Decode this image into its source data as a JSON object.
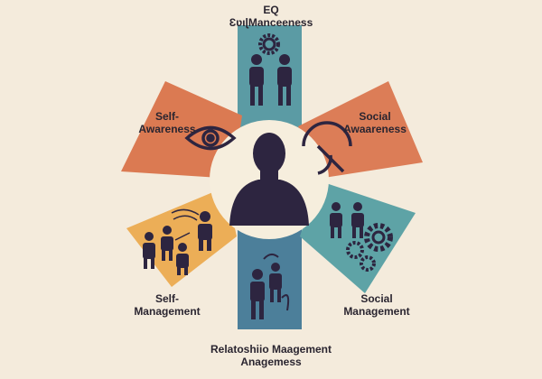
{
  "labels": {
    "top": [
      "EQ",
      "ƐʋιɭManceeness"
    ],
    "self_awareness": [
      "Self-",
      "Awareness"
    ],
    "social_awareness": [
      "Social",
      "Awaareness"
    ],
    "self_management": [
      "Self-",
      "Management"
    ],
    "social_management": [
      "Social",
      "Management"
    ],
    "bottom": [
      "Relatoshiio Maagement",
      "Anagemess"
    ]
  },
  "colors": {
    "background": "#f4ebdc",
    "top_band": "#5b9ba4",
    "bottom_band": "#4c7f9a",
    "self_awareness_band": "#db7a52",
    "social_awareness_band": "#dc7d57",
    "self_management_band": "#ecae57",
    "social_management_band": "#5ea3a6",
    "center_circle": "#f6eedd",
    "figure": "#2d2540"
  },
  "icons": {
    "center": "person-silhouette-icon",
    "top": "two-people-with-gear-icon",
    "self_awareness": "eye-icon",
    "social_awareness": "compass-icon",
    "self_management": "people-with-arrows-icon",
    "social_management": "people-with-gears-icon",
    "bottom": "people-with-arrows-icon"
  }
}
